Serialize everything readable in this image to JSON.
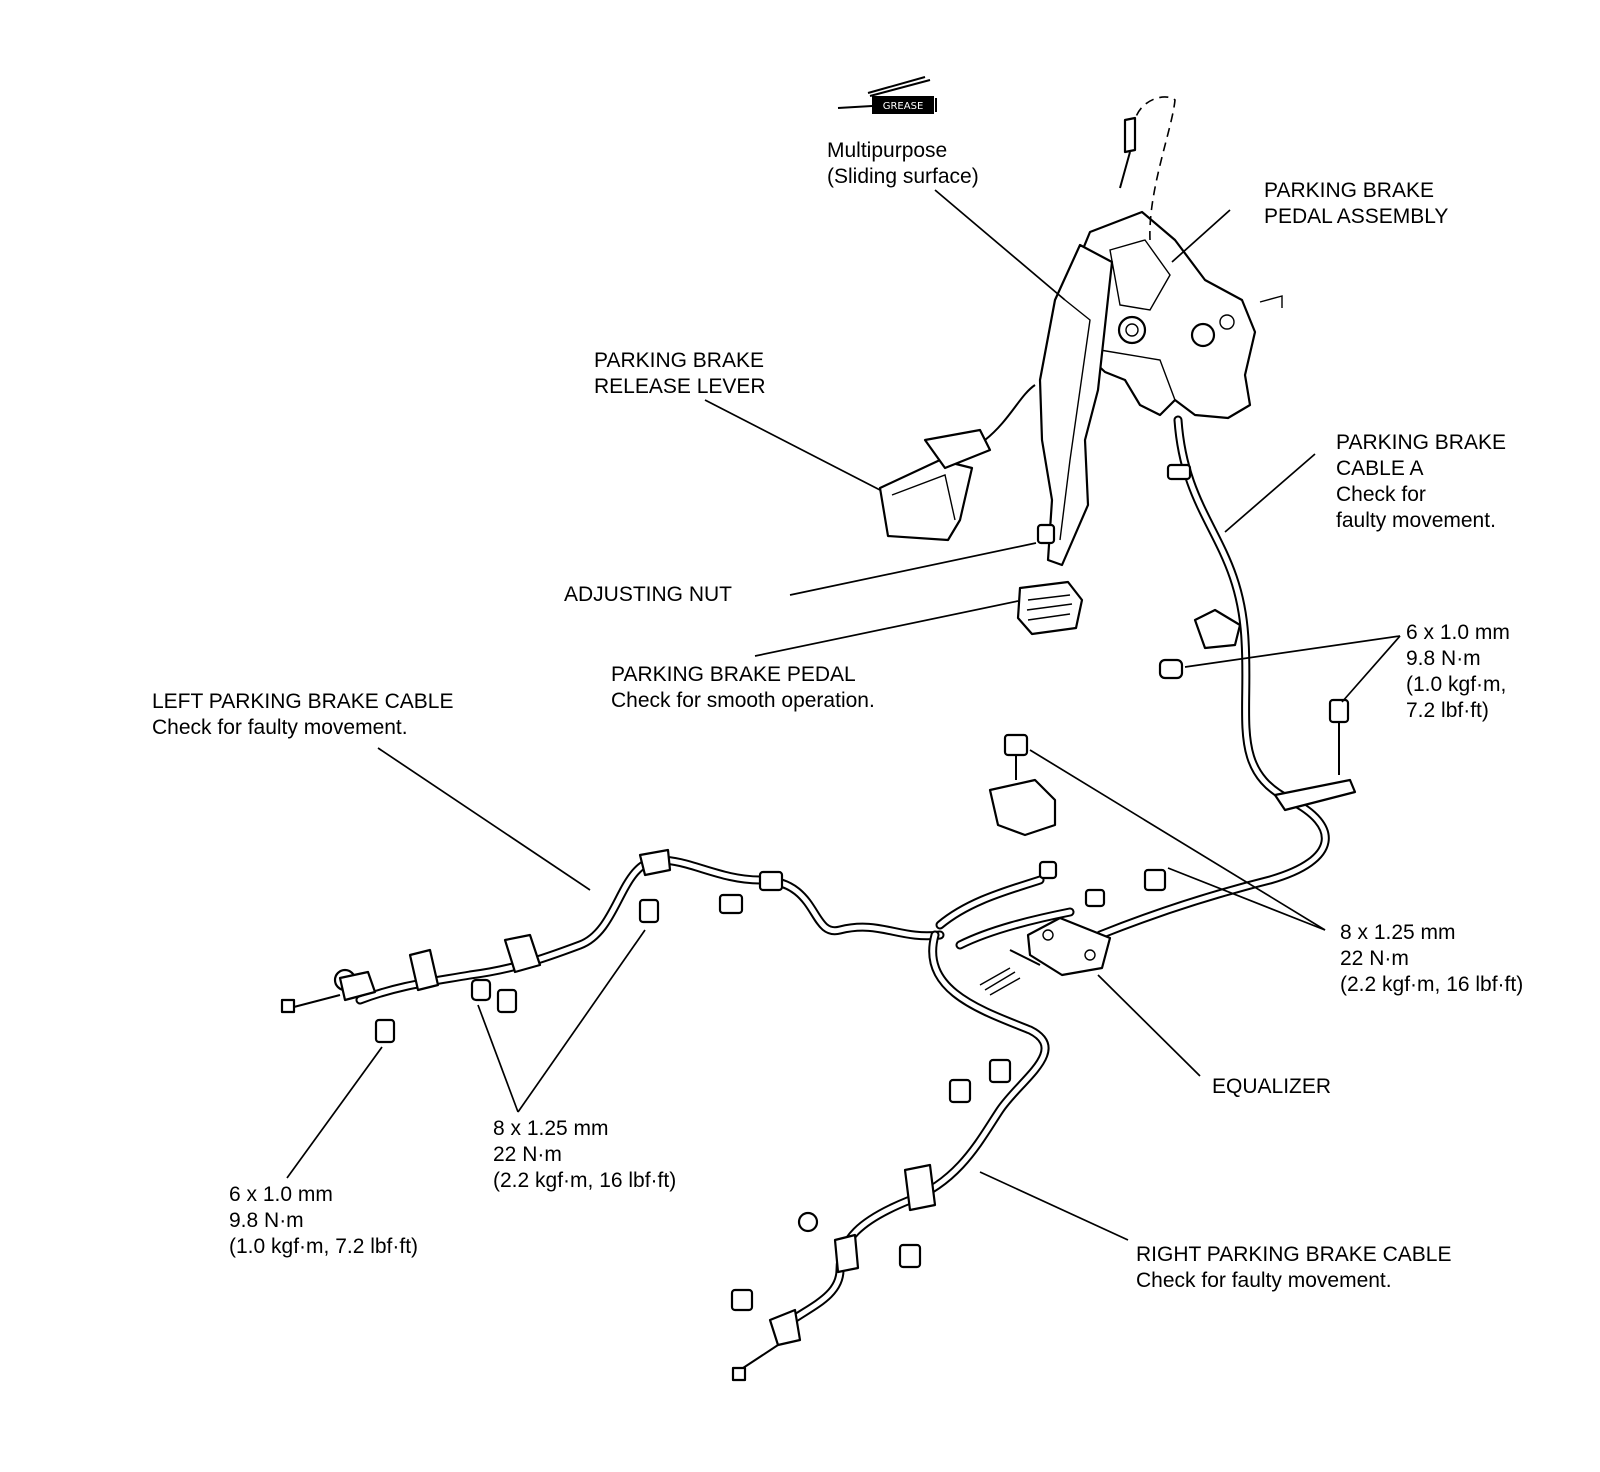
{
  "grease": {
    "badge": "GREASE",
    "line1": "Multipurpose",
    "line2": "(Sliding surface)"
  },
  "pedal_assembly": {
    "line1": "PARKING BRAKE",
    "line2": "PEDAL ASSEMBLY"
  },
  "release_lever": {
    "line1": "PARKING BRAKE",
    "line2": "RELEASE LEVER"
  },
  "cable_a": {
    "line1": "PARKING BRAKE",
    "line2": "CABLE A",
    "line3": "Check for",
    "line4": "faulty movement."
  },
  "adjusting_nut": {
    "line1": "ADJUSTING NUT"
  },
  "pedal": {
    "line1": "PARKING BRAKE PEDAL",
    "line2": "Check for smooth operation."
  },
  "torque_upper_right": {
    "line1": "6 x 1.0 mm",
    "line2": "9.8 N·m",
    "line3": "(1.0 kgf·m,",
    "line4": "7.2 lbf·ft)"
  },
  "left_cable": {
    "line1": "LEFT PARKING BRAKE CABLE",
    "line2": "Check for faulty movement."
  },
  "torque_right_middle": {
    "line1": "8 x 1.25 mm",
    "line2": "22 N·m",
    "line3": "(2.2 kgf·m, 16 lbf·ft)"
  },
  "equalizer": {
    "line1": "EQUALIZER"
  },
  "torque_left_middle": {
    "line1": "8 x 1.25 mm",
    "line2": "22 N·m",
    "line3": "(2.2 kgf·m, 16 lbf·ft)"
  },
  "torque_left_bottom": {
    "line1": "6 x 1.0 mm",
    "line2": "9.8 N·m",
    "line3": "(1.0 kgf·m, 7.2 lbf·ft)"
  },
  "right_cable": {
    "line1": "RIGHT PARKING BRAKE CABLE",
    "line2": "Check for faulty movement."
  }
}
